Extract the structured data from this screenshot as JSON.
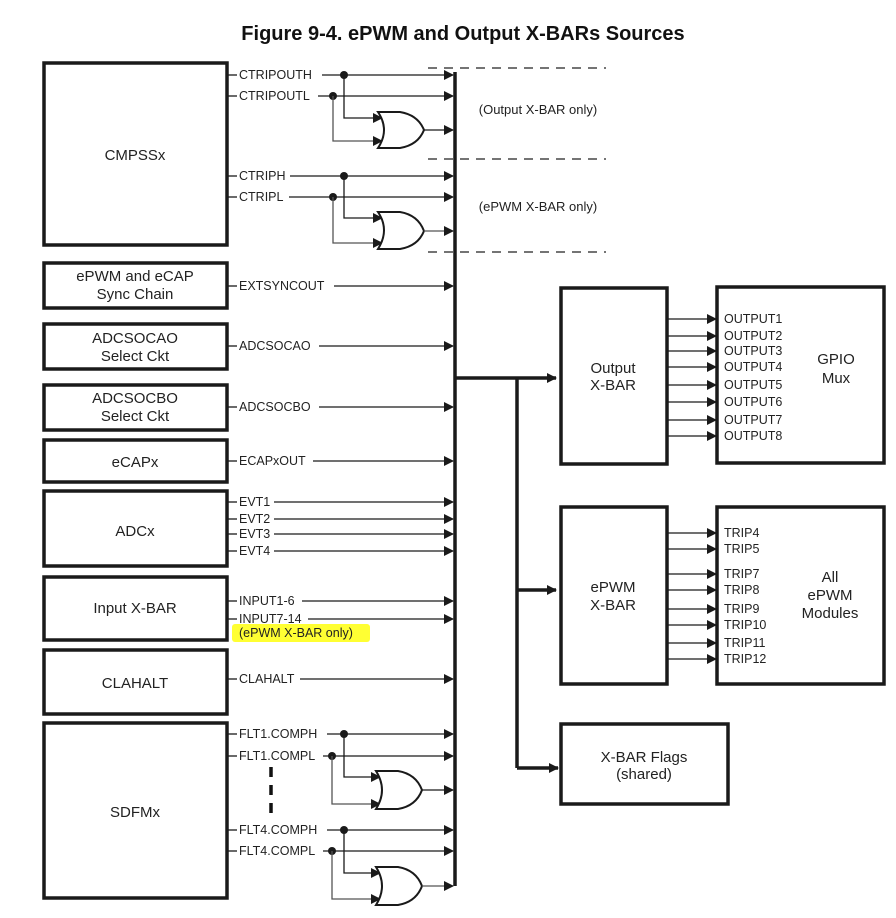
{
  "figure": {
    "title": "Figure 9-4. ePWM and Output X-BARs Sources",
    "highlight_color": "#ffff33"
  },
  "sources": {
    "cmpss": {
      "label": "CMPSSx",
      "signals": [
        "CTRIPOUTH",
        "CTRIPOUTL",
        "CTRIPH",
        "CTRIPL"
      ],
      "note_output": "(Output X-BAR only)",
      "note_epwm": "(ePWM X-BAR only)"
    },
    "sync": {
      "label_line1": "ePWM and eCAP",
      "label_line2": "Sync Chain",
      "signal": "EXTSYNCOUT"
    },
    "adcsocao": {
      "label_line1": "ADCSOCAO",
      "label_line2": "Select Ckt",
      "signal": "ADCSOCAO"
    },
    "adcsocbo": {
      "label_line1": "ADCSOCBO",
      "label_line2": "Select Ckt",
      "signal": "ADCSOCBO"
    },
    "ecap": {
      "label": "eCAPx",
      "signal": "ECAPxOUT"
    },
    "adc": {
      "label": "ADCx",
      "signals": [
        "EVT1",
        "EVT2",
        "EVT3",
        "EVT4"
      ]
    },
    "inputxbar": {
      "label": "Input X-BAR",
      "signals": [
        "INPUT1-6",
        "INPUT7-14"
      ],
      "note": "(ePWM X-BAR only)"
    },
    "clahalt": {
      "label": "CLAHALT",
      "signal": "CLAHALT"
    },
    "sdfm": {
      "label": "SDFMx",
      "signals": [
        "FLT1.COMPH",
        "FLT1.COMPL",
        "FLT4.COMPH",
        "FLT4.COMPL"
      ]
    }
  },
  "destinations": {
    "output_xbar": {
      "label_line1": "Output",
      "label_line2": "X-BAR"
    },
    "gpio_mux": {
      "label_line1": "GPIO",
      "label_line2": "Mux",
      "outputs": [
        "OUTPUT1",
        "OUTPUT2",
        "OUTPUT3",
        "OUTPUT4",
        "OUTPUT5",
        "OUTPUT6",
        "OUTPUT7",
        "OUTPUT8"
      ]
    },
    "epwm_xbar": {
      "label_line1": "ePWM",
      "label_line2": "X-BAR"
    },
    "epwm_modules": {
      "label_line1": "All",
      "label_line2": "ePWM",
      "label_line3": "Modules",
      "trips": [
        "TRIP4",
        "TRIP5",
        "TRIP7",
        "TRIP8",
        "TRIP9",
        "TRIP10",
        "TRIP11",
        "TRIP12"
      ]
    },
    "flags": {
      "label_line1": "X-BAR Flags",
      "label_line2": "(shared)"
    }
  }
}
